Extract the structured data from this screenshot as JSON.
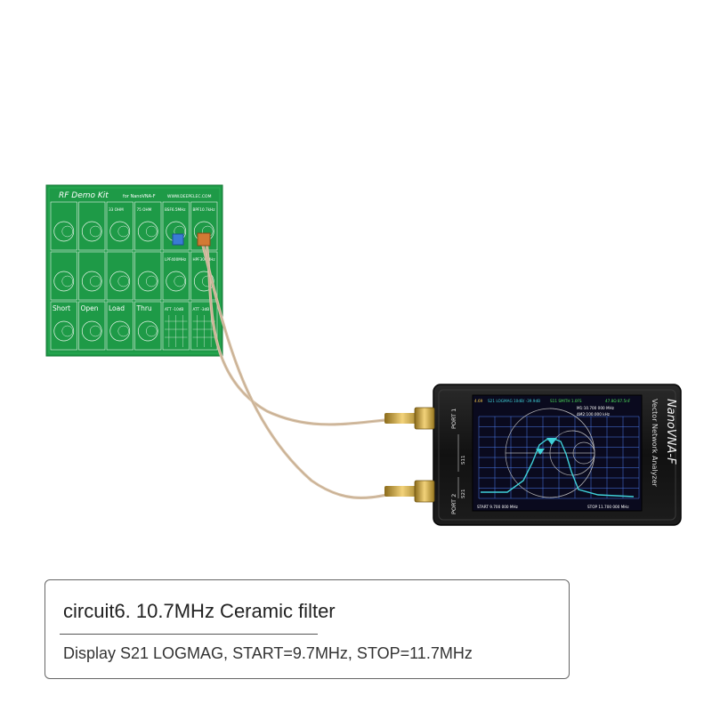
{
  "board": {
    "title": "RF Demo Kit",
    "subtitle": "for NanoVNA-F",
    "website": "WWW.DEEPELEC.COM",
    "cells": [
      {
        "label": "",
        "row": 0,
        "col": 0
      },
      {
        "label": "",
        "row": 0,
        "col": 1
      },
      {
        "label": "33 OHM",
        "row": 0,
        "col": 2
      },
      {
        "label": "75 OHM",
        "row": 0,
        "col": 3
      },
      {
        "label": "BSF6.5MHz",
        "row": 0,
        "col": 4
      },
      {
        "label": "BPF10.7kHz",
        "row": 0,
        "col": 5
      },
      {
        "label": "",
        "row": 1,
        "col": 0
      },
      {
        "label": "",
        "row": 1,
        "col": 1
      },
      {
        "label": "",
        "row": 1,
        "col": 2
      },
      {
        "label": "",
        "row": 1,
        "col": 3
      },
      {
        "label": "LPF400MHz",
        "row": 1,
        "col": 4
      },
      {
        "label": "HPF300MHz",
        "row": 1,
        "col": 5
      },
      {
        "label": "Short",
        "row": 2,
        "col": 0
      },
      {
        "label": "Open",
        "row": 2,
        "col": 1
      },
      {
        "label": "Load",
        "row": 2,
        "col": 2
      },
      {
        "label": "Thru",
        "row": 2,
        "col": 3
      },
      {
        "label": "ATT -10dB",
        "row": 2,
        "col": 4
      },
      {
        "label": "ATT -3dB",
        "row": 2,
        "col": 5
      }
    ],
    "colors": {
      "pcb": "#1e9a47",
      "trace": "#e8f4ea"
    }
  },
  "device": {
    "brand": "NanoVNA-F",
    "model_line": "Vector Network Analyzer",
    "port1_label": "PORT 1",
    "port2_label": "PORT 2",
    "s11_label": "S11",
    "s21_label": "S21",
    "screen": {
      "trace_s21": "S21 LOGMAG 10dB/ -39.9dB",
      "trace_s11": "S11 SMITH 1.0FS",
      "marker_readout": "47.8Ω 87.5nF",
      "marker_freq": "M1:10.700 000 MHz",
      "marker_delta": "ΔM2:100.000 kHz",
      "start": "START 9.700 000 MHz",
      "stop": "STOP 11.700 000 MHz",
      "top_left_value": "4.69",
      "colors": {
        "s21": "#3fd0d8",
        "s11": "#c8c8c8",
        "grid": "#4c7cf0",
        "bg": "#0a0a1e"
      }
    }
  },
  "caption": {
    "title": "circuit6. 10.7MHz Ceramic filter",
    "subtitle": "Display S21 LOGMAG, START=9.7MHz, STOP=11.7MHz"
  }
}
